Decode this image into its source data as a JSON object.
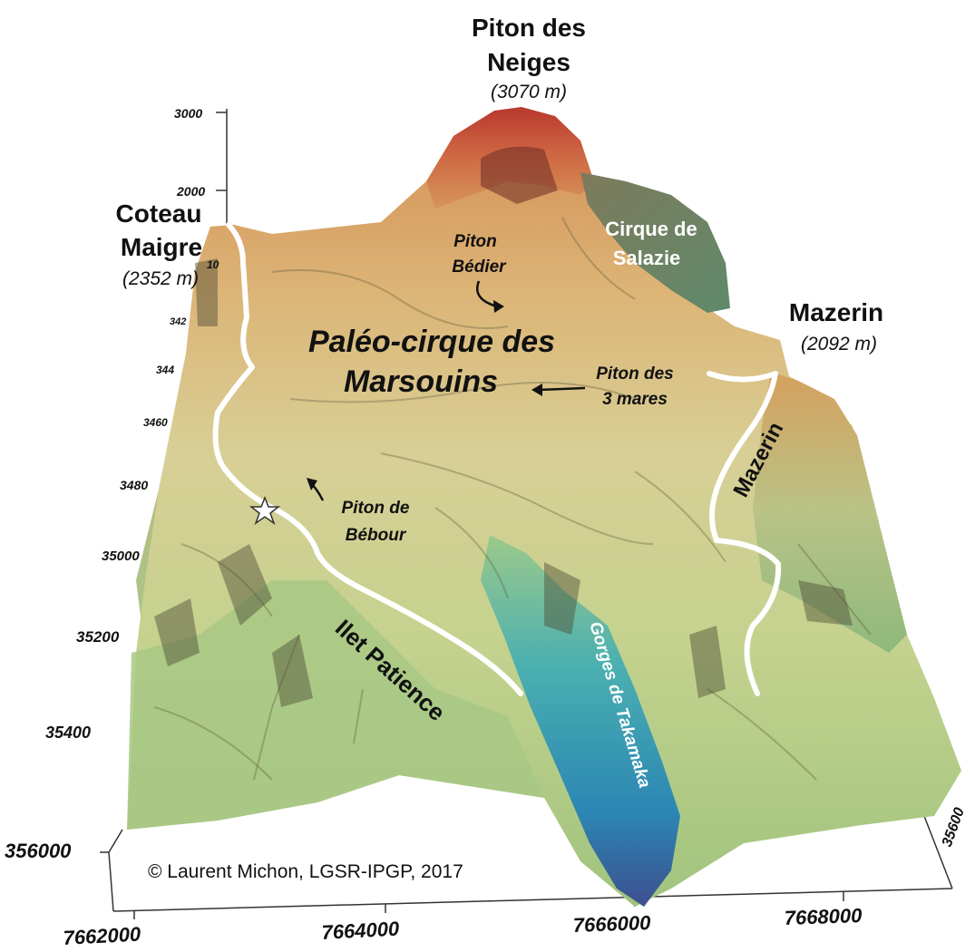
{
  "peaks": {
    "piton_des_neiges": {
      "line1": "Piton des",
      "line2": "Neiges",
      "elev": "(3070 m)"
    },
    "coteau_maigre": {
      "line1": "Coteau",
      "line2": "Maigre",
      "elev": "(2352 m)"
    },
    "mazerin": {
      "name": "Mazerin",
      "elev": "(2092 m)"
    }
  },
  "features": {
    "cirque_salazie": {
      "line1": "Cirque de",
      "line2": "Salazie"
    },
    "piton_bedier": {
      "line1": "Piton",
      "line2": "Bédier"
    },
    "paleo_cirque": {
      "line1": "Paléo-cirque des",
      "line2": "Marsouins"
    },
    "piton_3_mares": {
      "line1": "Piton des",
      "line2": "3 mares"
    },
    "piton_bebour": {
      "line1": "Piton de",
      "line2": "Bébour"
    },
    "ilet_patience": "Ilet Patience",
    "gorges_takamaka": "Gorges de Takamaka",
    "mazerin_ridge": "Mazerin"
  },
  "axes": {
    "z_ticks": [
      "3000",
      "2000",
      "10"
    ],
    "y_ticks_left": [
      "342",
      "344",
      "3460",
      "3480",
      "35000",
      "35200",
      "35400",
      "356000"
    ],
    "x_ticks": [
      "7662000",
      "7664000",
      "7666000",
      "7668000"
    ],
    "y_tick_right": "35600"
  },
  "credit": "© Laurent Michon, LGSR-IPGP, 2017",
  "colors": {
    "summit": "#c0453a",
    "upper": "#d9a064",
    "mid": "#cfcc8a",
    "lower": "#a9c986",
    "gorge": "#2e8fb0",
    "gorge_deep": "#3a5f9a",
    "trace": "#ffffff"
  }
}
